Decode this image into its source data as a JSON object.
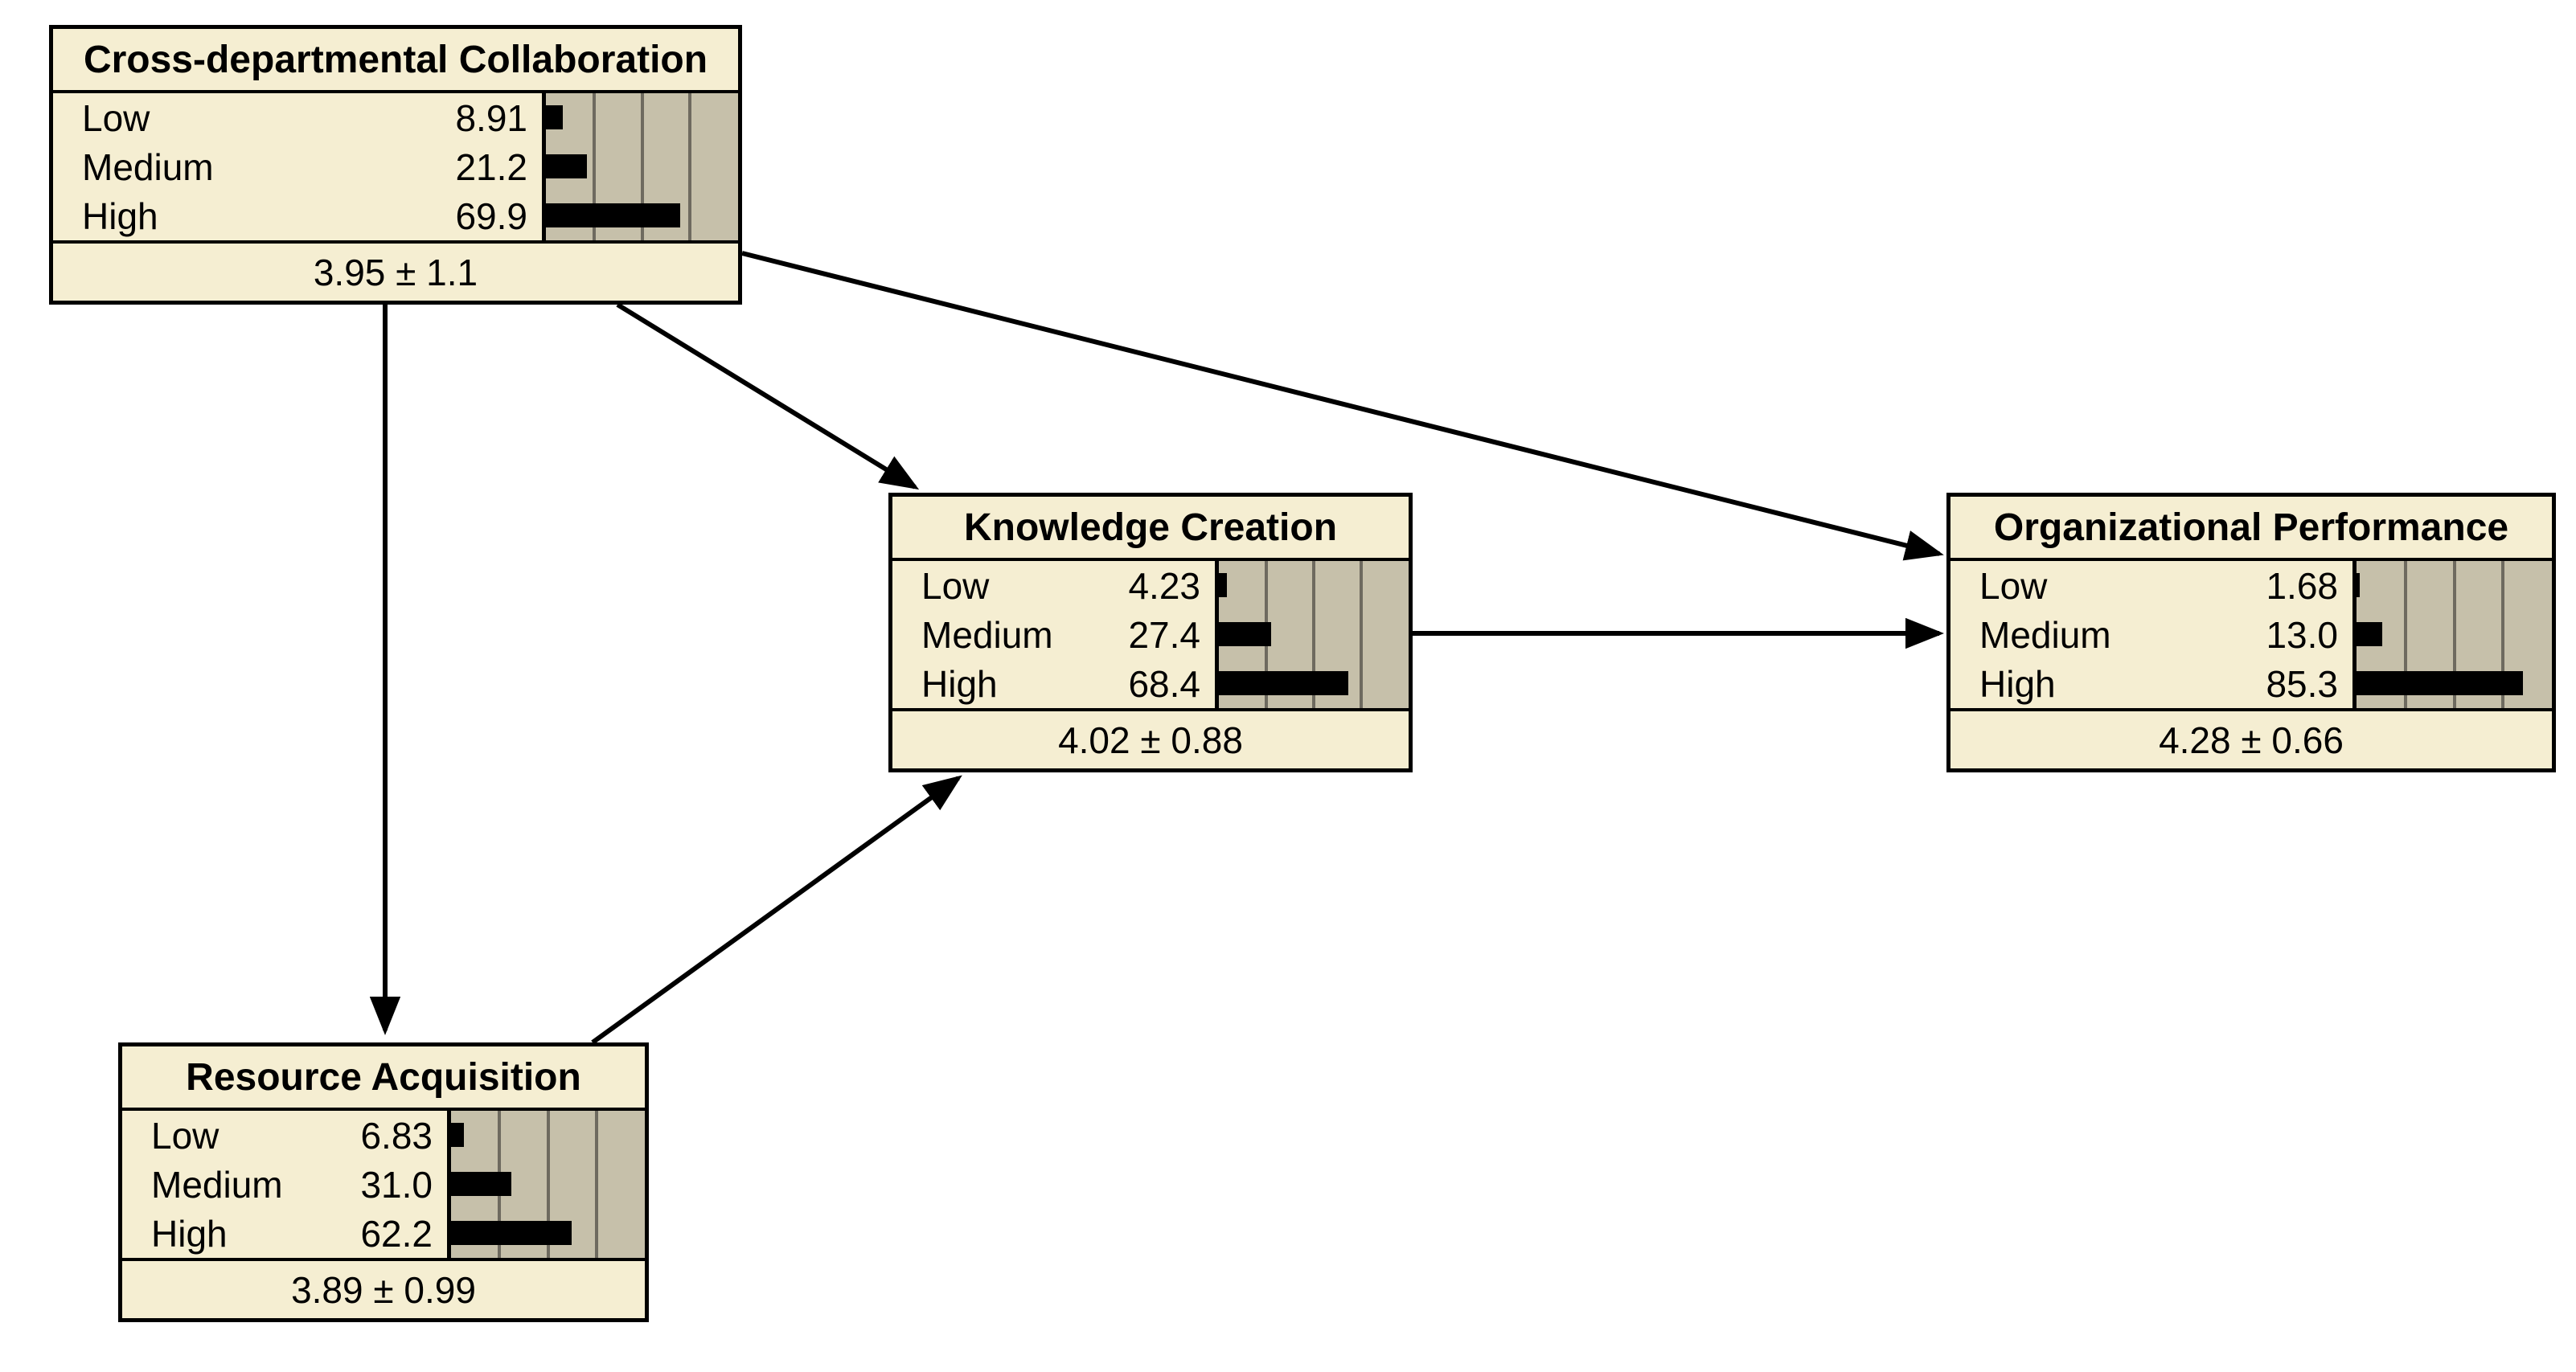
{
  "network": {
    "type": "bayesian-network",
    "state_labels": [
      "Low",
      "Medium",
      "High"
    ],
    "colors": {
      "node_fill": "#f5eed2",
      "bar_area_fill": "#c6c0aa",
      "gridline": "#6e6a5f",
      "bar_fill": "#000000",
      "border": "#000000",
      "background": "#ffffff"
    }
  },
  "nodes": [
    {
      "id": "cdc",
      "title": "Cross-departmental Collaboration",
      "states": [
        {
          "label": "Low",
          "value": "8.91",
          "pct": 8.91
        },
        {
          "label": "Medium",
          "value": "21.2",
          "pct": 21.2
        },
        {
          "label": "High",
          "value": "69.9",
          "pct": 69.9
        }
      ],
      "summary": "3.95 ± 1.1"
    },
    {
      "id": "kc",
      "title": "Knowledge Creation",
      "states": [
        {
          "label": "Low",
          "value": "4.23",
          "pct": 4.23
        },
        {
          "label": "Medium",
          "value": "27.4",
          "pct": 27.4
        },
        {
          "label": "High",
          "value": "68.4",
          "pct": 68.4
        }
      ],
      "summary": "4.02 ± 0.88"
    },
    {
      "id": "op",
      "title": "Organizational Performance",
      "states": [
        {
          "label": "Low",
          "value": "1.68",
          "pct": 1.68
        },
        {
          "label": "Medium",
          "value": "13.0",
          "pct": 13.0
        },
        {
          "label": "High",
          "value": "85.3",
          "pct": 85.3
        }
      ],
      "summary": "4.28 ± 0.66"
    },
    {
      "id": "ra",
      "title": "Resource Acquisition",
      "states": [
        {
          "label": "Low",
          "value": "6.83",
          "pct": 6.83
        },
        {
          "label": "Medium",
          "value": "31.0",
          "pct": 31.0
        },
        {
          "label": "High",
          "value": "62.2",
          "pct": 62.2
        }
      ],
      "summary": "3.89 ± 0.99"
    }
  ],
  "edges": [
    {
      "from": "Cross-departmental Collaboration",
      "to": "Resource Acquisition"
    },
    {
      "from": "Cross-departmental Collaboration",
      "to": "Knowledge Creation"
    },
    {
      "from": "Cross-departmental Collaboration",
      "to": "Organizational Performance"
    },
    {
      "from": "Resource Acquisition",
      "to": "Knowledge Creation"
    },
    {
      "from": "Knowledge Creation",
      "to": "Organizational Performance"
    }
  ]
}
